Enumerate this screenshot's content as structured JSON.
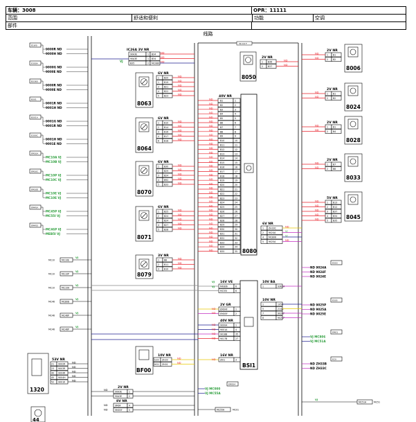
{
  "header": {
    "vehicle_label": "车辆：3008",
    "opr_label": "OPR：11111",
    "scope_label": "范围",
    "scope_value": "舒适和便利",
    "function_label": "功能",
    "function_value": "空调",
    "part_label": "部件",
    "diagram_title": "线路"
  },
  "left_labels": [
    {
      "box": "E1W0",
      "lines": [
        "9000R ND",
        "9000H ND"
      ]
    },
    {
      "box": "E300A",
      "lines": [
        "9000G ND",
        "9000E ND"
      ]
    },
    {
      "box": "B3360",
      "lines": [
        "9000R ND",
        "9000E ND"
      ]
    },
    {
      "box": "B301",
      "lines": [
        "9001R ND",
        "9001H ND"
      ]
    },
    {
      "box": "B301A",
      "lines": [
        "9001G ND",
        "9001R ND"
      ]
    },
    {
      "box": "E300C",
      "lines": [
        "9001H ND",
        "9001E ND"
      ]
    },
    {
      "box": "EM10A",
      "lines": [
        "MC10A VJ",
        "MC10B VJ"
      ]
    },
    {
      "box": "EM10C",
      "lines": [
        "MC10P VJ",
        "MC10C VJ"
      ]
    },
    {
      "box": "EM10E",
      "lines": [
        "MC10E VJ",
        "MC10E VJ"
      ]
    },
    {
      "box": "EM45A",
      "lines": [
        "MC45P VJ",
        "MC55I VJ"
      ]
    },
    {
      "box": "EM455",
      "lines": [
        "MC46P VJ",
        "MEB5I VJ"
      ]
    }
  ],
  "mid_labels": [
    {
      "code": "MC10",
      "text": "MC10E"
    },
    {
      "code": "MC10",
      "text": "MC10P"
    },
    {
      "code": "MC10",
      "text": "MC10A"
    },
    {
      "code": "MC46",
      "text": "MC808"
    },
    {
      "code": "MC46",
      "text": "MC46P"
    },
    {
      "code": "MC46",
      "text": "MC46P"
    }
  ],
  "vj_labels": [
    "VJ",
    "VJ",
    "VJ",
    "VJ",
    "VJ",
    "VJ"
  ],
  "ic26": {
    "label": "IC26A  3V NR",
    "rows": [
      [
        "90A3E",
        "1",
        "B34"
      ],
      [
        "90A3E",
        "1",
        "B34"
      ],
      [
        "B35",
        "2",
        "MC080"
      ]
    ],
    "vj": "VJ"
  },
  "connectors_left": [
    {
      "id": "8063",
      "title": "6V NR",
      "rows": [
        [
          "1",
          "B20"
        ],
        [
          "1",
          "B19"
        ],
        [
          "3",
          "B21"
        ],
        [
          "4",
          "B22"
        ],
        [
          "5",
          "B23"
        ]
      ]
    },
    {
      "id": "8064",
      "title": "6V NR",
      "rows": [
        [
          "1",
          "B10"
        ],
        [
          "2",
          "B14"
        ],
        [
          "3",
          "B16"
        ],
        [
          "4",
          "B17"
        ],
        [
          "6",
          "B18"
        ]
      ]
    },
    {
      "id": "8070",
      "title": "6V NR",
      "rows": [
        [
          "1",
          "B30"
        ],
        [
          "2",
          "B29"
        ],
        [
          "3",
          "B24"
        ],
        [
          "4",
          "B92"
        ],
        [
          "5",
          "B33"
        ]
      ]
    },
    {
      "id": "8071",
      "title": "6V NR",
      "rows": [
        [
          "1",
          "B25"
        ],
        [
          "2",
          "B24"
        ],
        [
          "3",
          "B24"
        ],
        [
          "4",
          "B27"
        ],
        [
          "5",
          "B28"
        ]
      ]
    },
    {
      "id": "8079",
      "title": "3V NR",
      "rows": [
        [
          "1",
          "B8"
        ],
        [
          "2",
          "B11"
        ],
        [
          "3",
          "B10"
        ]
      ]
    }
  ],
  "nd": "ND",
  "cu_label": "30 CU F",
  "ecu_8080": {
    "id": "8080",
    "title": "40V NR",
    "pins": [
      "B1",
      "B2",
      "B3",
      "B4",
      "B5",
      "B6",
      "B7",
      "B8",
      "B9",
      "B10",
      "B11",
      "B12",
      "B13",
      "B14",
      "B15",
      "B16",
      "B17",
      "B18",
      "B19",
      "B20",
      "B21",
      "B22",
      "B23",
      "B24",
      "B25",
      "B26",
      "B27",
      "B28",
      "B29",
      "B30",
      "B31",
      "B32",
      "B33",
      "B34",
      "B35"
    ],
    "nums": [
      "1",
      "2",
      "3",
      "4",
      "5",
      "6",
      "7",
      "8",
      "9",
      "10",
      "11",
      "12",
      "13",
      "14",
      "15",
      "16",
      "17",
      "18",
      "19",
      "20",
      "21",
      "22",
      "23",
      "24",
      "25",
      "26",
      "27",
      "28",
      "29",
      "30",
      "31",
      "32",
      "33",
      "34",
      "35"
    ]
  },
  "conn_8050": {
    "id": "8050",
    "title": "2V NR",
    "rows": [
      [
        "1",
        "B36"
      ],
      [
        "2",
        "B37"
      ]
    ]
  },
  "right_sensors": [
    {
      "id": "8006",
      "title": "2V NR",
      "rows": [
        [
          "1",
          "B1"
        ],
        [
          "2",
          "B2"
        ]
      ]
    },
    {
      "id": "8024",
      "title": "2V NR",
      "rows": [
        [
          "1",
          "B1"
        ],
        [
          "2",
          "B2"
        ]
      ]
    },
    {
      "id": "8028",
      "title": "2V NR",
      "rows": [
        [
          "1",
          "B1"
        ],
        [
          "2",
          "B4"
        ]
      ]
    },
    {
      "id": "8033",
      "title": "2V NR",
      "rows": [
        [
          "1",
          "B7"
        ],
        [
          "2",
          "B8"
        ]
      ]
    },
    {
      "id": "8045",
      "title": "5V NR",
      "rows": [
        [
          "1",
          "B13"
        ],
        [
          "2",
          "B12"
        ],
        [
          "3",
          "B37"
        ],
        [
          "4",
          "B34"
        ],
        [
          "5",
          "B35"
        ]
      ]
    }
  ],
  "conn_6v": {
    "title": "6V NR",
    "rows": [
      [
        "1",
        "ZH33C"
      ],
      [
        "2",
        "9024A"
      ],
      [
        "4",
        "MC806"
      ],
      [
        "5",
        "9025A"
      ]
    ],
    "side": [
      "ND",
      "VJ",
      "VJ",
      "ND"
    ]
  },
  "bsi": {
    "id": "BSI1",
    "c16": {
      "title": "16V VE",
      "rows": [
        [
          "MF806",
          "6"
        ],
        [
          "MC55I",
          "6"
        ]
      ]
    },
    "c2": {
      "title": "2V GR",
      "rows": [
        [
          "EM04F",
          "1"
        ],
        [
          "EM05F",
          "2"
        ]
      ]
    },
    "c40": {
      "title": "40V NR",
      "rows": [
        [
          "9000A",
          "1"
        ],
        [
          "9001A",
          "4"
        ],
        [
          "9018B",
          "35"
        ],
        [
          "9017B",
          "27"
        ]
      ]
    },
    "c16nr": {
      "title": "16V NR",
      "rows": [
        [
          "ZI01",
          "3"
        ]
      ]
    },
    "c10ba": {
      "title": "10V BA",
      "rows": [
        [
          "1",
          "9363A"
        ]
      ]
    },
    "c10nr": {
      "title": "10V NR",
      "rows": [
        [
          "1",
          "1050"
        ],
        [
          "5",
          "214A"
        ],
        [
          "7",
          "9024P"
        ],
        [
          "8",
          "9025P"
        ]
      ]
    }
  },
  "right_groups": [
    {
      "box": "E503",
      "lines": [
        "ND 9024A",
        "ND 9024F",
        "ND 9024E"
      ]
    },
    {
      "box": "E505",
      "lines": [
        "ND 9025P",
        "ND 9025A",
        "ND 9025E"
      ]
    },
    {
      "box": "EM01",
      "lines": [
        "VJ MC806",
        "VJ MC51A"
      ]
    },
    {
      "box": "ECU",
      "lines": [
        "ND ZH33B",
        "ND ZH33C"
      ]
    }
  ],
  "bf00": {
    "id": "BF00",
    "title": "10V NR",
    "rows": [
      [
        "G33",
        "ZH33"
      ],
      [
        "HG1",
        "ZH01"
      ]
    ],
    "side": [
      "ND",
      "ND"
    ]
  },
  "c1320": {
    "id": "1320",
    "title": "53V NR",
    "rows": [
      [
        "21",
        "9002R"
      ],
      [
        "23",
        "9003R"
      ],
      [
        "40",
        "9004R"
      ],
      [
        "45",
        "9004H"
      ],
      [
        "52",
        "9001K"
      ]
    ]
  },
  "bottom_2v": {
    "title": "2V NR",
    "rows": [
      [
        "90A3E",
        "1"
      ],
      [
        "90A3E",
        "2"
      ]
    ]
  },
  "bottom_8v": {
    "title": "8V NR",
    "rows": [
      [
        "9M9F",
        "4"
      ],
      [
        "9M05F",
        "5"
      ]
    ]
  },
  "bottom_right": {
    "box": "EM554",
    "lines": [
      "VJ MC000",
      "VJ MC55A"
    ]
  },
  "bottom_code": {
    "box": "MC55A",
    "text": "MC01"
  },
  "bottom_vj": "VJ",
  "bottom_right_small": {
    "box": "MC51A",
    "text": "MC51"
  },
  "icon_44": "44",
  "colors": {
    "red": "#e8202a",
    "green": "#2a9d3a",
    "navy": "#1b1b8f",
    "yellow": "#e8c800",
    "purple": "#c02cc0",
    "gray": "#888888"
  }
}
